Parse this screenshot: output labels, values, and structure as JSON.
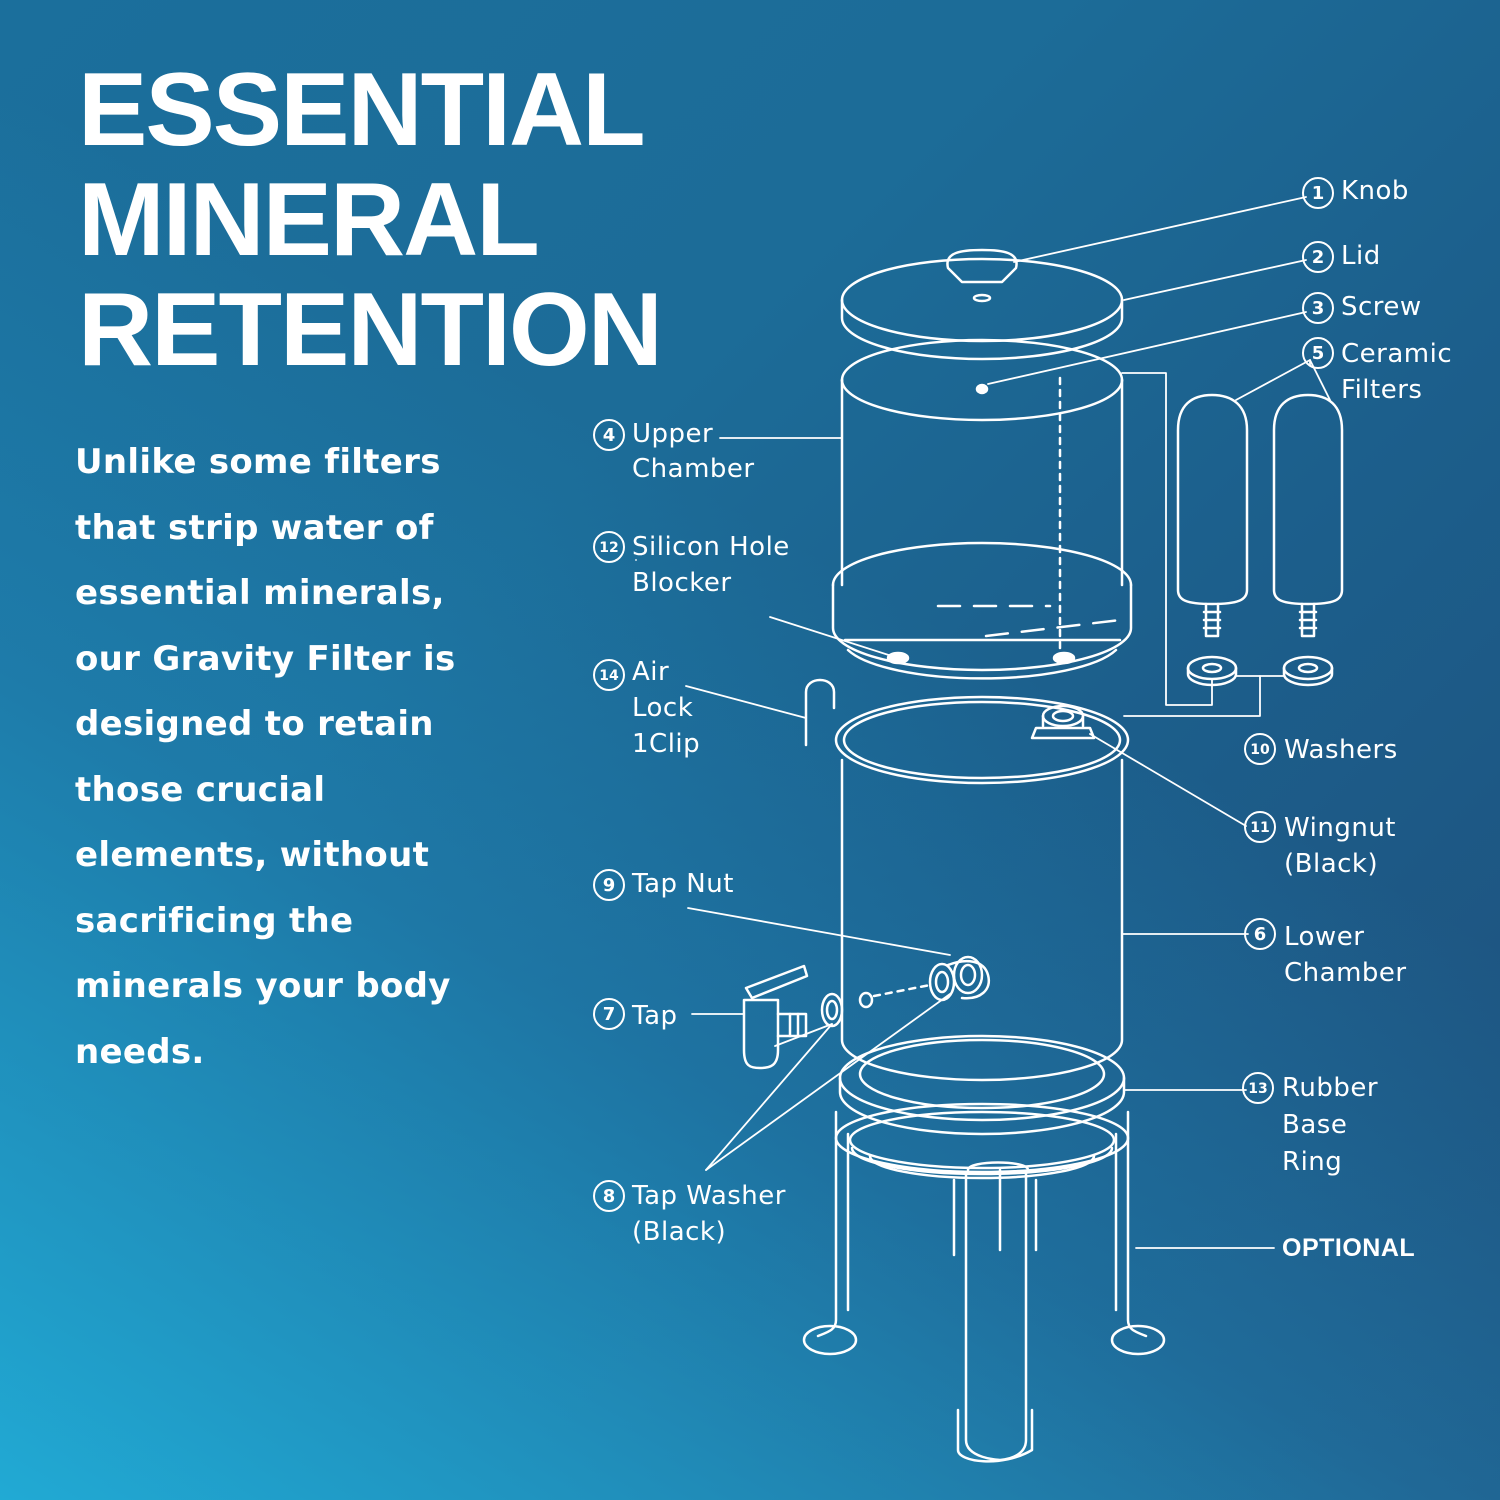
{
  "headline": [
    "ESSENTIAL",
    "MINERAL",
    "RETENTION"
  ],
  "body_lines": [
    "Unlike some filters",
    "that strip water of",
    "essential minerals,",
    "our Gravity Filter is",
    "designed to retain",
    "those crucial",
    "elements, without",
    "sacrificing the",
    "minerals your body",
    "needs."
  ],
  "parts": {
    "knob": {
      "number": "1",
      "lines": [
        "Knob"
      ]
    },
    "lid": {
      "number": "2",
      "lines": [
        "Lid"
      ]
    },
    "screw": {
      "number": "3",
      "lines": [
        "Screw"
      ]
    },
    "upper": {
      "number": "4",
      "lines": [
        "Upper",
        "Chamber"
      ]
    },
    "ceramic": {
      "number": "5",
      "lines": [
        "Ceramic",
        "Filters"
      ]
    },
    "lower": {
      "number": "6",
      "lines": [
        "Lower",
        "Chamber"
      ]
    },
    "tap": {
      "number": "7",
      "lines": [
        "Tap"
      ]
    },
    "tap_washer": {
      "number": "8",
      "lines": [
        "Tap Washer",
        "(Black)"
      ]
    },
    "tap_nut": {
      "number": "9",
      "lines": [
        "Tap Nut"
      ]
    },
    "washers": {
      "number": "10",
      "lines": [
        "Washers"
      ]
    },
    "wingnut": {
      "number": "11",
      "lines": [
        "Wingnut",
        "(Black)"
      ]
    },
    "silicon": {
      "number": "12",
      "lines": [
        "Silicon Hole",
        "Blocker"
      ]
    },
    "rubber": {
      "number": "13",
      "lines": [
        "Rubber",
        "Base",
        "Ring"
      ]
    },
    "airlock": {
      "number": "14",
      "lines": [
        "Air",
        "Lock",
        "1Clip"
      ]
    }
  },
  "optional_label": "OPTIONAL",
  "colors": {
    "gradient_light": "#22b6e0",
    "gradient_dark": "#1f4f7b",
    "line": "#ffffff"
  }
}
